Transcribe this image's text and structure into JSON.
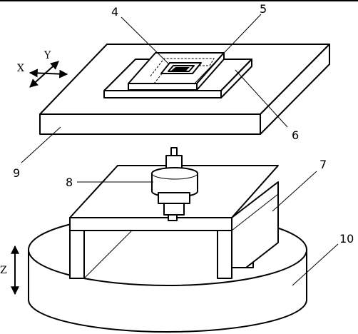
{
  "labels": {
    "l4": "4",
    "l5": "5",
    "l6": "6",
    "l7": "7",
    "l8": "8",
    "l9": "9",
    "l10": "10"
  },
  "axes": {
    "x": "X",
    "y": "Y",
    "z": "Z"
  }
}
